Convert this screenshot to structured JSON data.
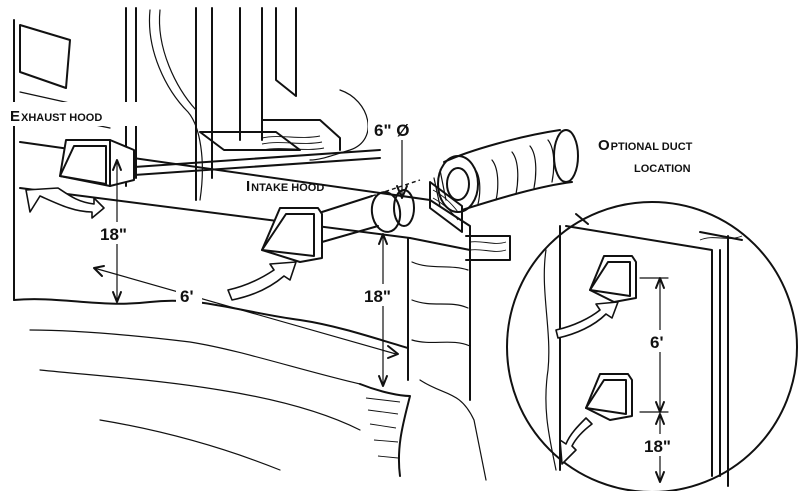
{
  "labels": {
    "exhaust_hood_cap": "E",
    "exhaust_hood_rest": "XHAUST HOOD",
    "intake_hood_cap": "I",
    "intake_hood_rest": "NTAKE HOOD",
    "duct_diameter": "6\" Ø",
    "optional_cap": "O",
    "optional_rest_1": "PTIONAL DUCT",
    "optional_rest_2": "LOCATION"
  },
  "dimensions": {
    "exhaust_height": "18\"",
    "hood_separation": "6'",
    "intake_height": "18\"",
    "inset_separation": "6'",
    "inset_height": "18\""
  }
}
